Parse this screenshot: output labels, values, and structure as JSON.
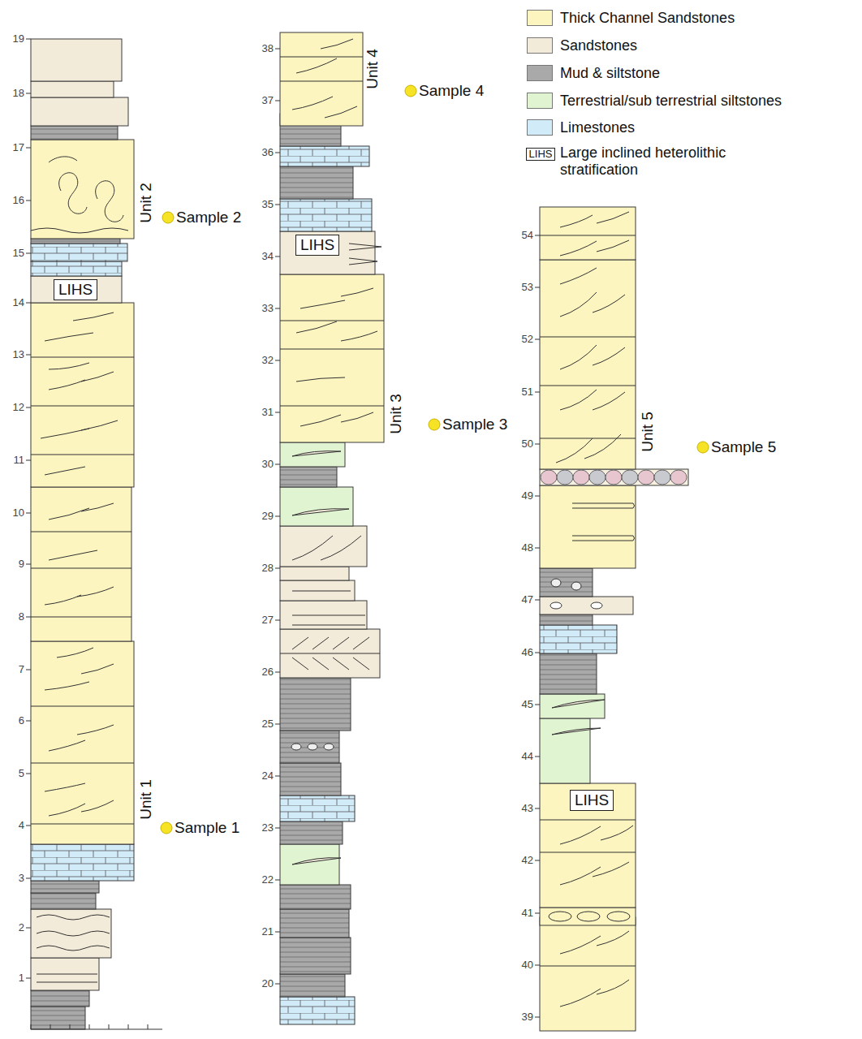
{
  "diagram": {
    "nodes": [
      {
        "text": [
          "LIHS"
        ]
      },
      {
        "text": [
          "LIHS"
        ]
      },
      {
        "text": [
          "LIHS"
        ]
      },
      {
        "text": [
          "LIHS"
        ]
      }
    ],
    "labels": [
      "19",
      "18",
      "17",
      "16",
      "15",
      "14",
      "13",
      "12",
      "11",
      "10",
      "9",
      "8",
      "7",
      "6",
      "5",
      "4",
      "3",
      "2",
      "1",
      "Unit 2",
      "Sample 2",
      "Unit 1",
      "Sample 1",
      "38",
      "37",
      "36",
      "35",
      "34",
      "33",
      "32",
      "31",
      "30",
      "29",
      "28",
      "27",
      "26",
      "25",
      "24",
      "23",
      "22",
      "21",
      "20",
      "Unit 4",
      "Sample 4",
      "Unit 3",
      "Sample 3",
      "54",
      "53",
      "52",
      "51",
      "50",
      "49",
      "48",
      "47",
      "46",
      "45",
      "44",
      "43",
      "42",
      "41",
      "40",
      "39",
      "Unit 5",
      "Sample 5"
    ],
    "legend": [
      {
        "text": "Thick Channel Sandstones",
        "color": "#fdf5c0"
      },
      {
        "text": "Sandstones",
        "color": "#f3ebd9"
      },
      {
        "text": "Mud & siltstone",
        "color": "#a9a9a9"
      },
      {
        "text": "Terrestrial/sub terrestrial siltstones",
        "color": "#e1f4d2"
      },
      {
        "text": "Limestones",
        "color": "#d2ebf8"
      },
      {
        "text": "Large inclined heterolithic stratification"
      }
    ]
  }
}
